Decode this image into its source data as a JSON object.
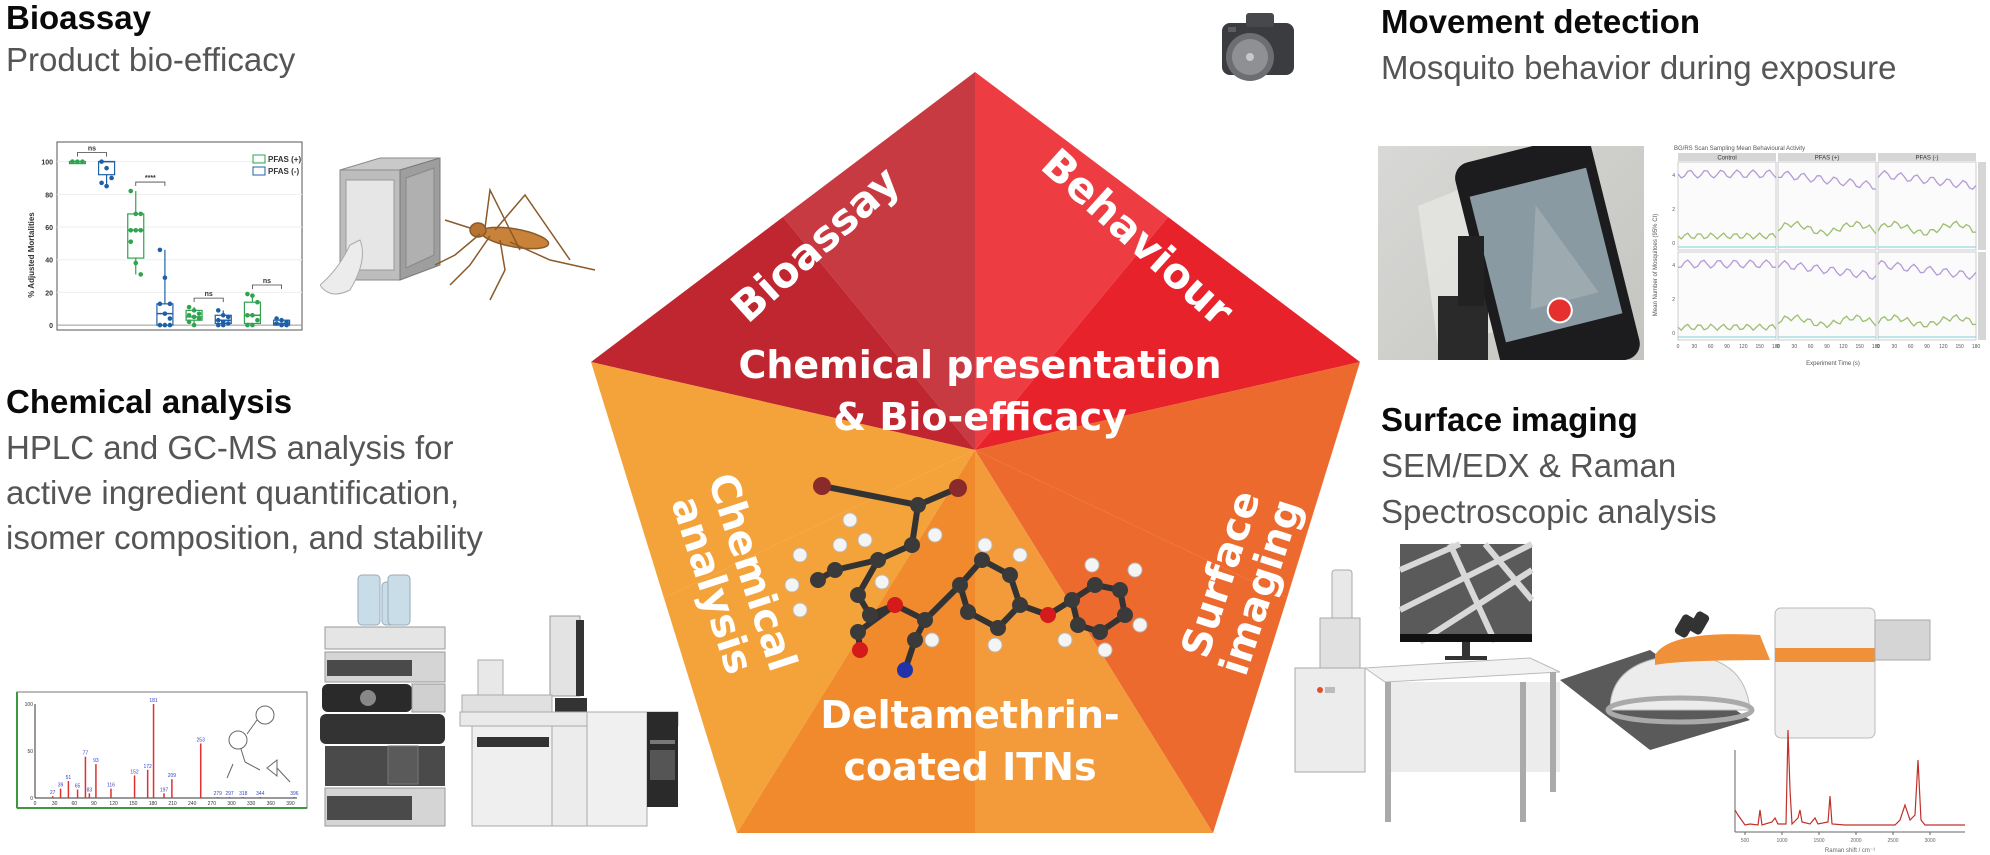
{
  "sections": {
    "bioassay": {
      "title": "Bioassay",
      "subtitle": "Product bio-efficacy"
    },
    "movement": {
      "title": "Movement detection",
      "subtitle": "Mosquito behavior during exposure"
    },
    "chemical": {
      "title": "Chemical analysis",
      "lines": [
        "HPLC and GC-MS analysis for",
        "active ingredient quantification,",
        "isomer composition, and stability"
      ]
    },
    "surface": {
      "title": "Surface imaging",
      "lines": [
        "SEM/EDX & Raman",
        "Spectroscopic analysis"
      ]
    }
  },
  "pentagon": {
    "segments": {
      "bioassay": "Bioassay",
      "behaviour": "Behaviour",
      "chemical": [
        "Chemical",
        "analysis"
      ],
      "surface": [
        "Surface",
        "imaging"
      ]
    },
    "center_top": [
      "Chemical presentation",
      "& Bio-efficacy"
    ],
    "center_bottom": [
      "Deltamethrin-",
      "coated ITNs"
    ],
    "colors": {
      "red_light": "#d24a50",
      "red_mid": "#c83a42",
      "red_dark": "#c0262f",
      "red_bright": "#e8222a",
      "red_right": "#ee3d42",
      "red_right_light": "#f0545a",
      "orange_light": "#f8b44c",
      "orange_mid": "#f4a23a",
      "orange_deep": "#f08a2c",
      "orange_red": "#ec6a2e",
      "orange_right": "#f07a48"
    }
  },
  "bioassay_chart": {
    "type": "box",
    "ylabel": "% Adjusted Mortalities",
    "yticks": [
      0,
      20,
      40,
      60,
      80,
      100
    ],
    "ylim": [
      -3,
      112
    ],
    "legend": [
      "PFAS (+)",
      "PFAS (-)"
    ],
    "series_colors": [
      "#2ea44f",
      "#1f5fa8"
    ],
    "groups": [
      {
        "series": 0,
        "min": 100,
        "q1": 100,
        "median": 100,
        "q3": 100,
        "max": 100,
        "points": [
          100,
          100,
          100,
          100
        ]
      },
      {
        "series": 1,
        "min": 85,
        "q1": 92,
        "median": 100,
        "q3": 100,
        "max": 100,
        "points": [
          100,
          96,
          90,
          87,
          85
        ]
      },
      {
        "series": 0,
        "min": 31,
        "q1": 41,
        "median": 58,
        "q3": 68,
        "max": 82,
        "points": [
          82,
          68,
          68,
          58,
          58,
          58,
          51,
          38,
          31
        ]
      },
      {
        "series": 1,
        "min": 0,
        "q1": 0,
        "median": 7,
        "q3": 13,
        "max": 46,
        "points": [
          46,
          29,
          13,
          13,
          7,
          4,
          0,
          0,
          0
        ]
      },
      {
        "series": 0,
        "min": 0,
        "q1": 3,
        "median": 5,
        "q3": 9,
        "max": 11,
        "points": [
          11,
          9,
          7,
          6,
          5,
          4,
          2,
          0
        ]
      },
      {
        "series": 1,
        "min": 0,
        "q1": 1,
        "median": 3,
        "q3": 6,
        "max": 9,
        "points": [
          9,
          6,
          5,
          3,
          2,
          1,
          0,
          0
        ]
      },
      {
        "series": 0,
        "min": 0,
        "q1": 1,
        "median": 6,
        "q3": 14,
        "max": 19,
        "points": [
          19,
          18,
          14,
          6,
          6,
          3,
          0,
          0
        ]
      },
      {
        "series": 1,
        "min": 0,
        "q1": 0,
        "median": 1,
        "q3": 3,
        "max": 4,
        "points": [
          4,
          3,
          2,
          1,
          0,
          0
        ]
      }
    ],
    "significance": [
      {
        "groups": [
          0,
          1
        ],
        "label": "ns"
      },
      {
        "groups": [
          2,
          3
        ],
        "label": "****"
      },
      {
        "groups": [
          4,
          5
        ],
        "label": "ns"
      },
      {
        "groups": [
          6,
          7
        ],
        "label": "ns"
      }
    ]
  },
  "ms_chart": {
    "type": "bar",
    "xlim": [
      0,
      400
    ],
    "ylim": [
      0,
      100
    ],
    "yticks": [
      0,
      50,
      100
    ],
    "xticks": [
      0,
      30,
      60,
      90,
      120,
      150,
      180,
      210,
      240,
      270,
      300,
      330,
      360,
      390
    ],
    "peaks": [
      {
        "mz": 27,
        "i": 2
      },
      {
        "mz": 39,
        "i": 10
      },
      {
        "mz": 51,
        "i": 18
      },
      {
        "mz": 65,
        "i": 9
      },
      {
        "mz": 77,
        "i": 44
      },
      {
        "mz": 83,
        "i": 5
      },
      {
        "mz": 93,
        "i": 36
      },
      {
        "mz": 116,
        "i": 10
      },
      {
        "mz": 152,
        "i": 24
      },
      {
        "mz": 172,
        "i": 30
      },
      {
        "mz": 181,
        "i": 100
      },
      {
        "mz": 197,
        "i": 5
      },
      {
        "mz": 209,
        "i": 20
      },
      {
        "mz": 253,
        "i": 58
      },
      {
        "mz": 279,
        "i": 1
      },
      {
        "mz": 297,
        "i": 1
      },
      {
        "mz": 318,
        "i": 1
      },
      {
        "mz": 344,
        "i": 1
      },
      {
        "mz": 396,
        "i": 1
      }
    ]
  },
  "behaviour_chart": {
    "title": "BG/RS Scan Sampling Mean Behavioural Activity",
    "panels": [
      "Control",
      "PFAS (+)",
      "PFAS (-)"
    ],
    "ylabel": "Mean Number of Mosquitoes (95% CI)",
    "xlabel": "Experiment Time (s)",
    "xticks": [
      0,
      30,
      60,
      90,
      120,
      150,
      180
    ],
    "yticks": [
      0,
      2,
      4
    ]
  },
  "raman_chart": {
    "xlabel": "Raman shift / cm⁻¹",
    "xticks": [
      500,
      1000,
      1500,
      2000,
      2500,
      3000
    ]
  }
}
